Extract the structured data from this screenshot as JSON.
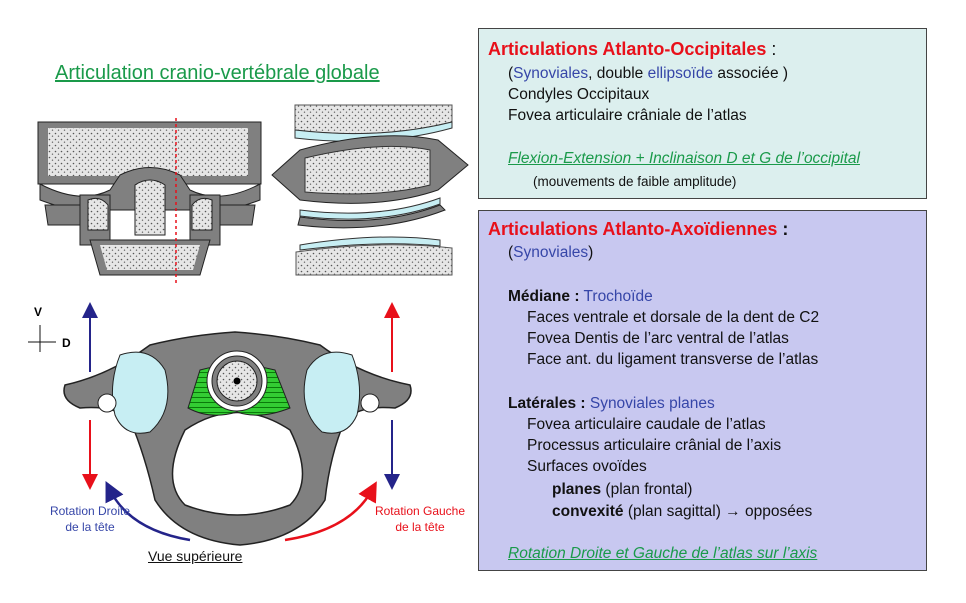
{
  "left": {
    "title": "Articulation cranio-vertébrale globale",
    "axis_v": "V",
    "axis_d": "D",
    "rotation_right": [
      "Rotation Droite",
      "de la tête"
    ],
    "rotation_left": [
      "Rotation Gauche",
      "de la tête"
    ],
    "view_label": "Vue supérieure"
  },
  "box1": {
    "title": "Articulations Atlanto-Occipitales",
    "title_suffix": " :",
    "line1_open": "(",
    "line1_syn": "Synoviales",
    "line1_mid": ", double ",
    "line1_ell": "ellipsoïde",
    "line1_end": " associée )",
    "line2": "Condyles Occipitaux",
    "line3": "Fovea articulaire crâniale de l’atlas",
    "motion": "Flexion-Extension + Inclinaison D et G de l’occipital",
    "note": "(mouvements de faible amplitude)"
  },
  "box2": {
    "title": "Articulations Atlanto-Axoïdiennes",
    "title_suffix": " :",
    "syn_open": "(",
    "syn": "Synoviales",
    "syn_close": ")",
    "mediane_label": "Médiane :",
    "mediane_type": " Trochoïde",
    "m1": "Faces ventrale et dorsale de la dent de C2",
    "m2": "Fovea Dentis de l’arc ventral de l’atlas",
    "m3": "Face ant. du ligament transverse de l’atlas",
    "laterales_label": "Latérales :",
    "laterales_type": " Synoviales planes",
    "l1": "Fovea articulaire caudale de l’atlas",
    "l2": "Processus articulaire crânial de l’axis",
    "l3": "Surfaces ovoïdes",
    "l4_bold": "planes",
    "l4_rest": " (plan frontal)",
    "l5_bold": "convexité",
    "l5_rest": " (plan sagittal) → opposées",
    "motion": "Rotation Droite et Gauche de l’atlas sur l’axis"
  },
  "colors": {
    "red": "#e8101a",
    "blue": "#3646a8",
    "green": "#1a9a4a",
    "bone": "#808080",
    "cartilage": "#c7eef3",
    "ligament": "#22bb22",
    "box1_bg": "#dcefee",
    "box2_bg": "#c8c8f0"
  }
}
